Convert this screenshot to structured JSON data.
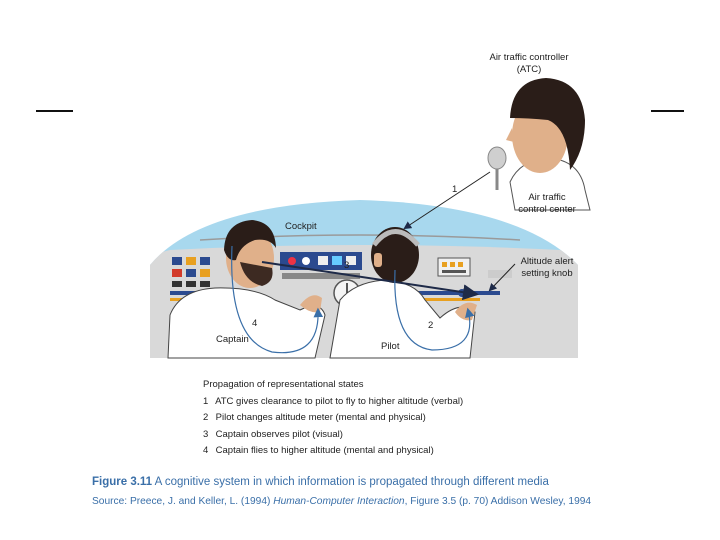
{
  "labels": {
    "atc_title_line1": "Air traffic controller",
    "atc_title_line2": "(ATC)",
    "atc_center_line1": "Air traffic",
    "atc_center_line2": "control center",
    "cockpit": "Cockpit",
    "altitude_line1": "Altitude alert",
    "altitude_line2": "setting knob",
    "captain": "Captain",
    "pilot": "Pilot",
    "arrow_1": "1",
    "arrow_2": "2",
    "arrow_3": "3",
    "arrow_4": "4"
  },
  "legend": {
    "title": "Propagation of representational states",
    "items": [
      {
        "num": "1",
        "text": "ATC gives clearance to pilot to fly to higher altitude (verbal)"
      },
      {
        "num": "2",
        "text": "Pilot changes altitude meter (mental and physical)"
      },
      {
        "num": "3",
        "text": "Captain observes pilot (visual)"
      },
      {
        "num": "4",
        "text": "Captain flies to higher altitude (mental and physical)"
      }
    ]
  },
  "caption": {
    "figure_number": "Figure 3.11",
    "text": "A cognitive system in which information is propagated through different media"
  },
  "source": {
    "prefix": "Source:  Preece, J. and Keller, L. (1994) ",
    "title": "Human-Computer Interaction",
    "suffix": ", Figure 3.5 (p. 70) Addison Wesley, 1994"
  },
  "colors": {
    "sky": "#a8d8ee",
    "panel": "#dcdcdc",
    "skin": "#e0b08a",
    "hair": "#2a1d18",
    "shirt": "#ffffff",
    "arrow": "#3a6fa8",
    "text": "#222222",
    "caption": "#3a6fa8"
  }
}
